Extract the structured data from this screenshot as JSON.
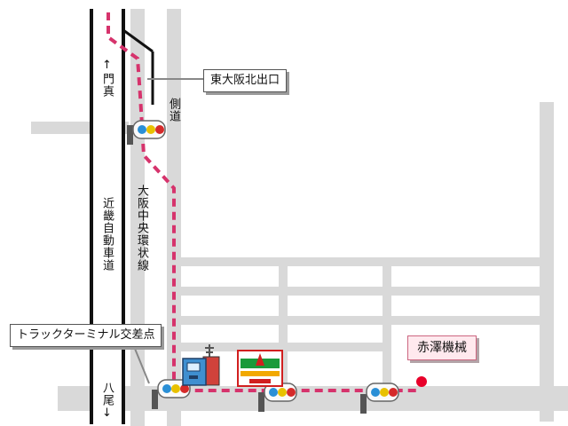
{
  "labels": {
    "expressway_name": "近畿自動車道",
    "expressway_north": "↑門真",
    "expressway_south": "八尾↓",
    "side_road": "側道",
    "ring_road": "大阪中央環状線",
    "exit_callout": "東大阪北出口",
    "intersection_callout": "トラックターミナル交差点",
    "destination_callout": "赤澤機械"
  },
  "colors": {
    "road": "#d9d9d9",
    "route": "#d6336c",
    "destination_dot": "#e8002a",
    "callout_shadow": "#9a9a9a"
  },
  "icons": [
    "traffic-light-icon",
    "truck-terminal-icon",
    "convenience-store-logo"
  ]
}
